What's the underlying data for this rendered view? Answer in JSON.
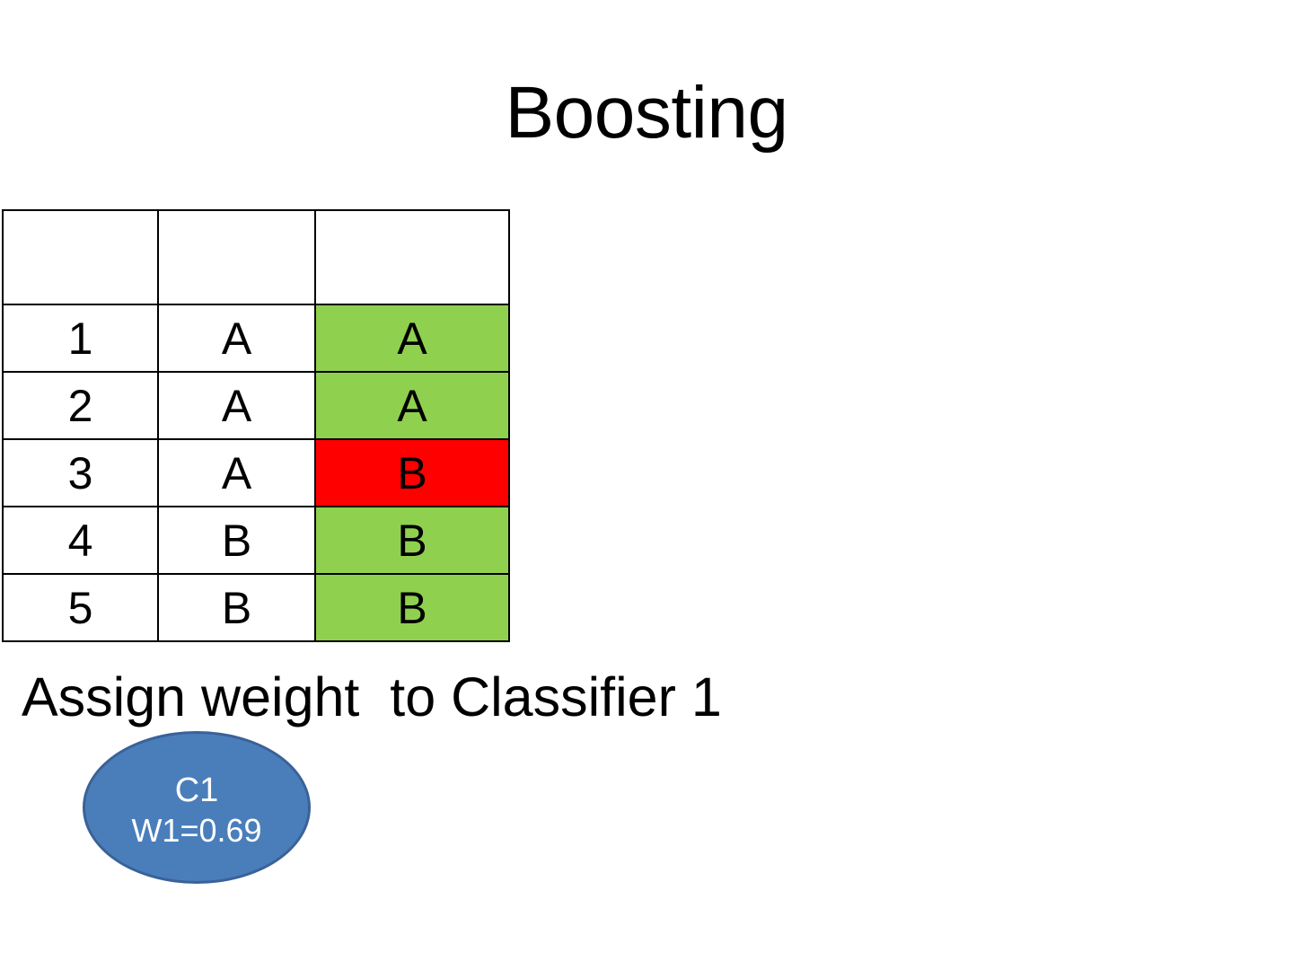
{
  "slide": {
    "title": "Boosting",
    "background_color": "#FFFFFF"
  },
  "table": {
    "columns": [
      "",
      "",
      ""
    ],
    "header_row": [
      "",
      "",
      ""
    ],
    "rows": [
      {
        "id": "1",
        "true_label": "A",
        "predicted_label": "A",
        "status": "correct"
      },
      {
        "id": "2",
        "true_label": "A",
        "predicted_label": "A",
        "status": "correct"
      },
      {
        "id": "3",
        "true_label": "A",
        "predicted_label": "B",
        "status": "incorrect"
      },
      {
        "id": "4",
        "true_label": "B",
        "predicted_label": "B",
        "status": "correct"
      },
      {
        "id": "5",
        "true_label": "B",
        "predicted_label": "B",
        "status": "correct"
      }
    ],
    "colors": {
      "correct": "#8FD14F",
      "incorrect": "#FF0000",
      "border": "#000000",
      "cell_background": "#FFFFFF"
    }
  },
  "caption": {
    "text": "Assign weight  to Classifier 1"
  },
  "classifier_node": {
    "name": "C1",
    "weight_label": "W1=0.69",
    "fill_color": "#4A7EBB",
    "border_color": "#3A6298",
    "text_color": "#FFFFFF"
  }
}
